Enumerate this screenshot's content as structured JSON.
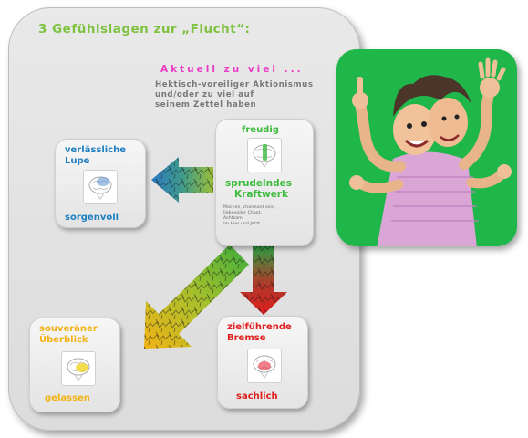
{
  "title": "3 Gefühlslagen zur „Flucht“:",
  "subtitle": "Aktuell zu viel ...",
  "description": [
    "Hektisch-voreiliger Aktionismus",
    "und/oder zu viel auf",
    "seinem Zettel haben"
  ],
  "center_box": {
    "top_label": "freudig",
    "bottom_label": [
      "sprudelndes",
      "Kraftwerk"
    ],
    "note": [
      "Machen, charmant sein,",
      "liebevoller Chaot,",
      "Achtsam,",
      "im Hier und Jetzt"
    ],
    "color": "#3dbb3d"
  },
  "left_box": {
    "top_label": [
      "verlässliche",
      "Lupe"
    ],
    "bottom_label": "sorgenvoll",
    "color": "#1f7fc1"
  },
  "bottom_left_box": {
    "top_label": [
      "souveräner",
      "Überblick"
    ],
    "bottom_label": "gelassen",
    "color": "#f2b316"
  },
  "bottom_right_box": {
    "top_label": [
      "zielführende",
      "Bremse"
    ],
    "bottom_label": "sachlich",
    "color": "#e01d1d"
  },
  "colors": {
    "panel_bg": "#e2e2e2",
    "title": "#7fc241",
    "subtitle": "#e93cc6",
    "description": "#787878",
    "cartoon_bg": "#1fb74a"
  },
  "icons": [
    "brain-icon",
    "arrow-left-icon",
    "arrow-down-left-icon",
    "arrow-down-icon",
    "cartoon-figure"
  ]
}
